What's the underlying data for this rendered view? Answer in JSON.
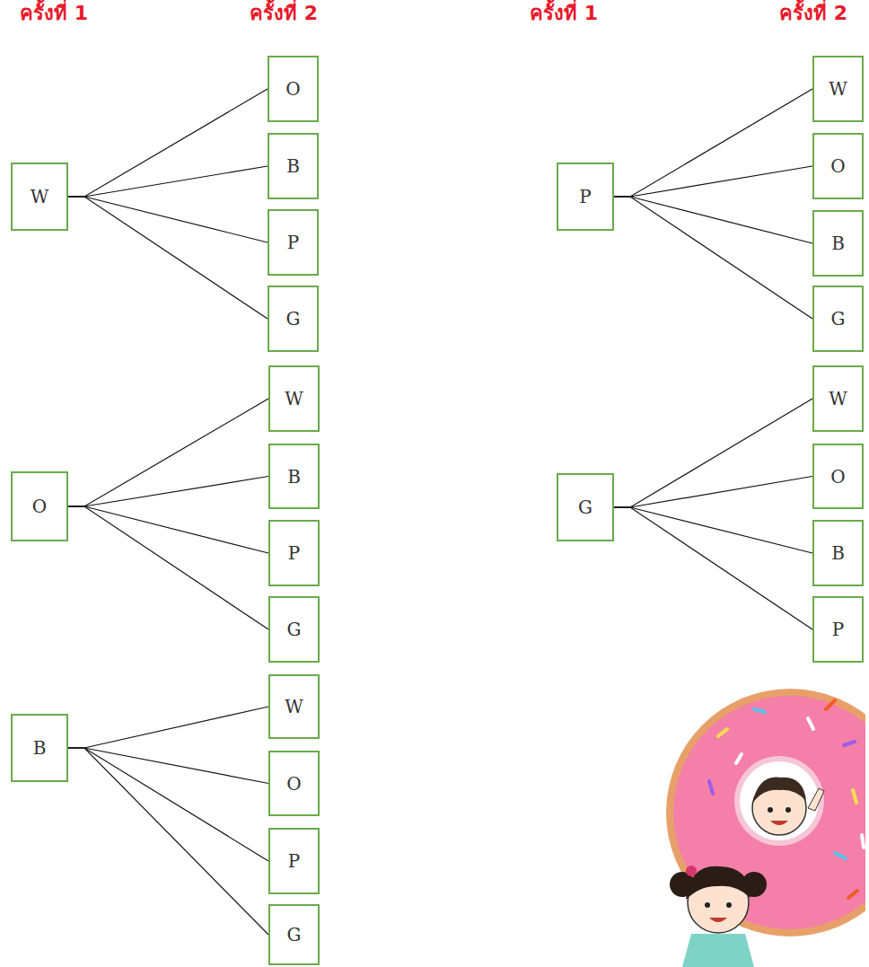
{
  "diagram": {
    "nodes": [
      {
        "text": [
          "W"
        ]
      },
      {
        "text": [
          "O"
        ]
      },
      {
        "text": [
          "B"
        ]
      },
      {
        "text": [
          "P"
        ]
      },
      {
        "text": [
          "G"
        ]
      },
      {
        "text": [
          "O"
        ]
      },
      {
        "text": [
          "W"
        ]
      },
      {
        "text": [
          "B"
        ]
      },
      {
        "text": [
          "P"
        ]
      },
      {
        "text": [
          "G"
        ]
      },
      {
        "text": [
          "B"
        ]
      },
      {
        "text": [
          "W"
        ]
      },
      {
        "text": [
          "O"
        ]
      },
      {
        "text": [
          "P"
        ]
      },
      {
        "text": [
          "G"
        ]
      },
      {
        "text": [
          "P"
        ]
      },
      {
        "text": [
          "W"
        ]
      },
      {
        "text": [
          "O"
        ]
      },
      {
        "text": [
          "B"
        ]
      },
      {
        "text": [
          "G"
        ]
      },
      {
        "text": [
          "G"
        ]
      },
      {
        "text": [
          "W"
        ]
      },
      {
        "text": [
          "O"
        ]
      },
      {
        "text": [
          "B"
        ]
      },
      {
        "text": [
          "P"
        ]
      }
    ],
    "edges": [
      {
        "from": 0,
        "to": 1,
        "arrow": "none"
      },
      {
        "from": 0,
        "to": 2,
        "arrow": "none"
      },
      {
        "from": 0,
        "to": 3,
        "arrow": "none"
      },
      {
        "from": 0,
        "to": 4,
        "arrow": "none"
      },
      {
        "from": 5,
        "to": 6,
        "arrow": "none"
      },
      {
        "from": 5,
        "to": 7,
        "arrow": "none"
      },
      {
        "from": 5,
        "to": 8,
        "arrow": "none"
      },
      {
        "from": 5,
        "to": 9,
        "arrow": "none"
      },
      {
        "from": 10,
        "to": 11,
        "arrow": "none"
      },
      {
        "from": 10,
        "to": 12,
        "arrow": "none"
      },
      {
        "from": 10,
        "to": 13,
        "arrow": "none"
      },
      {
        "from": 10,
        "to": 14,
        "arrow": "none"
      },
      {
        "from": 15,
        "to": 16,
        "arrow": "none"
      },
      {
        "from": 15,
        "to": 17,
        "arrow": "none"
      },
      {
        "from": 15,
        "to": 18,
        "arrow": "none"
      },
      {
        "from": 15,
        "to": 19,
        "arrow": "none"
      },
      {
        "from": 20,
        "to": 21,
        "arrow": "none"
      },
      {
        "from": 20,
        "to": 22,
        "arrow": "none"
      },
      {
        "from": 20,
        "to": 23,
        "arrow": "none"
      },
      {
        "from": 20,
        "to": 24,
        "arrow": "none"
      }
    ],
    "labels": [
      "ครั้งที่ 1",
      "ครั้งที่ 2",
      "ครั้งที่ 1",
      "ครั้งที่ 2"
    ]
  }
}
